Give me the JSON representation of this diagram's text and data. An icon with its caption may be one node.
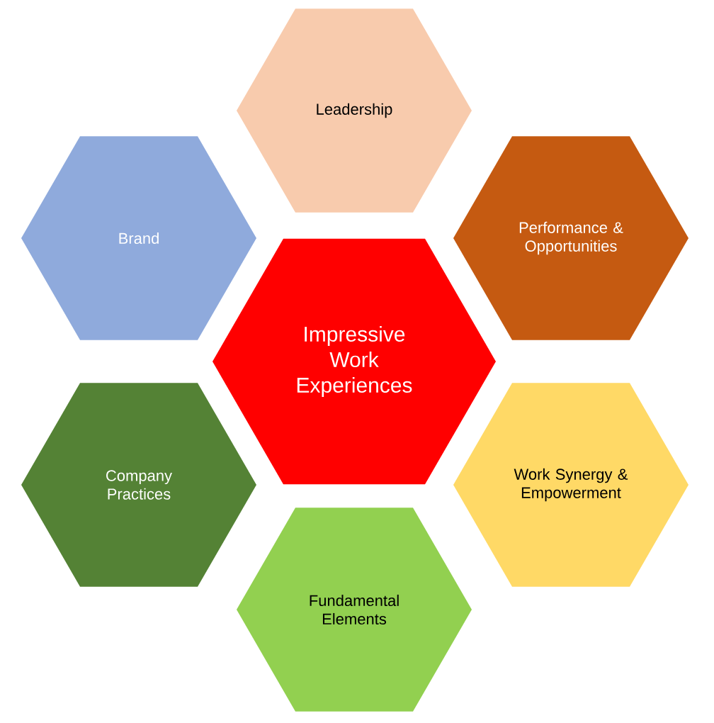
{
  "diagram": {
    "nodes": [
      {
        "text": [
          "Leadership"
        ]
      },
      {
        "text": [
          "Brand"
        ]
      },
      {
        "text": [
          "Performance & Opportunities"
        ]
      },
      {
        "text": [
          "Impressive Work Experiences"
        ]
      },
      {
        "text": [
          "Company Practices"
        ]
      },
      {
        "text": [
          "Work Synergy & Empowerment"
        ]
      },
      {
        "text": [
          "Fundamental Elements"
        ]
      }
    ]
  }
}
